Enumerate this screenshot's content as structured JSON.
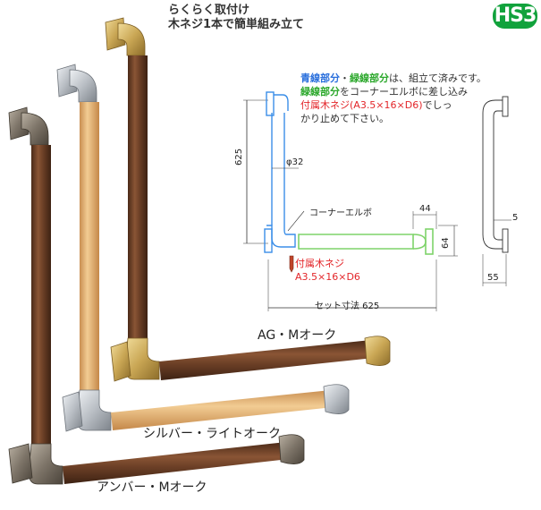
{
  "badge": "HS3",
  "tagline": [
    "らくらく取付け",
    "木ネジ1本で簡単組み立て"
  ],
  "note": {
    "line1_blue": "青線部分",
    "line1_dot": "・",
    "line1_green": "緑線部分",
    "line1_rest": "は、組立て済みです。",
    "line2_green": "緑線部分",
    "line2_rest": "をコーナーエルボに差し込み",
    "line3_red": "付属木ネジ(A3.5×16×D6)",
    "line3_rest": "でしっ",
    "line4": "かり止めて下さい。"
  },
  "diagram": {
    "dim_625_vertical": "625",
    "dim_diameter": "φ32",
    "corner_label": "コーナーエルボ",
    "dim_44": "44",
    "dim_64": "64",
    "dim_5": "5",
    "dim_55": "55",
    "screw_label": "付属木ネジ",
    "screw_size": "A3.5×16×D6",
    "set_label": "セット寸法 625"
  },
  "variants": [
    {
      "label": "AG・Mオーク"
    },
    {
      "label": "シルバー・ライトオーク"
    },
    {
      "label": "アンバー・Mオーク"
    }
  ],
  "colors": {
    "badge_green": "#11a23c",
    "blue_line": "#3b8ee8",
    "green_line": "#7fd36a",
    "red_text": "#e3262a",
    "gold": "#c9a654",
    "silver": "#b9bec4",
    "amber": "#7d7468",
    "dark_oak": "#6b3f26",
    "light_oak": "#e6b97a"
  }
}
